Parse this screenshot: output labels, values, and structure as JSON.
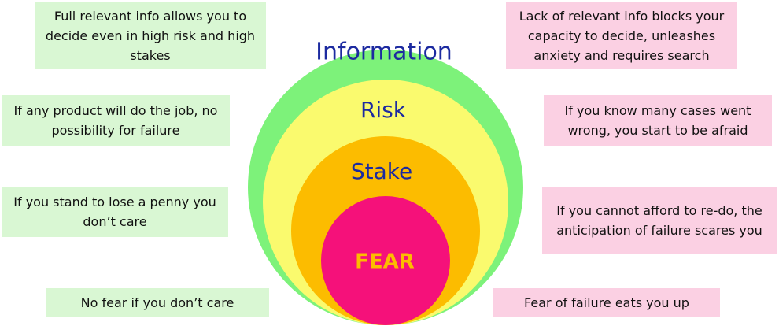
{
  "colors": {
    "information_ring": "#7df27a",
    "risk_ring": "#fafa6e",
    "stake_ring": "#fcbc00",
    "fear_core": "#f5117a",
    "information_text": "#1c2aa0",
    "risk_text": "#1c2aa0",
    "stake_text": "#1c2aa0",
    "fear_text": "#fcbc00",
    "green_box": "#d9f7d3",
    "pink_box": "#fbd0e3"
  },
  "rings": {
    "information": "Information",
    "risk": "Risk",
    "stake": "Stake",
    "fear": "FEAR"
  },
  "left_notes": [
    "Full relevant info allows you to decide even in high risk and high stakes",
    "If any product will do the job, no possibility for failure",
    "If you stand to lose a penny you don’t care",
    "No fear if you don’t care"
  ],
  "right_notes": [
    "Lack of relevant info blocks your capacity to decide, unleashes anxiety and requires search",
    "If you know many cases went wrong, you start to be afraid",
    "If you cannot afford to re-do, the anticipation of failure scares you",
    "Fear of failure eats you up"
  ]
}
